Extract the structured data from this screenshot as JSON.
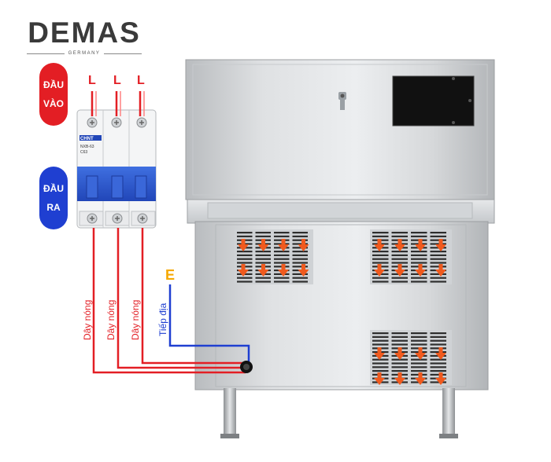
{
  "brand": {
    "name": "DEMAS",
    "subtitle": "GERMANY"
  },
  "input_badge": {
    "line1": "ĐẦU",
    "line2": "VÀO"
  },
  "output_badge": {
    "line1": "ĐẦU",
    "line2": "RA"
  },
  "phase_labels": [
    "L",
    "L",
    "L"
  ],
  "breaker": {
    "brand": "CHNT",
    "model": "NXB-63",
    "rating": "C63"
  },
  "ground_terminal_label": "E",
  "wire_labels": {
    "hot": [
      "Dây nóng",
      "Dây nóng",
      "Dây nóng"
    ],
    "ground": "Tiếp địa"
  },
  "colors": {
    "hot_wire": "#e31e24",
    "ground_wire": "#1f3fd1",
    "airflow_arrow": "#f05a1e",
    "earth_label": "#f6a800"
  },
  "icons": [
    "keyhole-icon",
    "airflow-arrow-icon",
    "screw-terminal-icon",
    "cable-gland-icon"
  ]
}
